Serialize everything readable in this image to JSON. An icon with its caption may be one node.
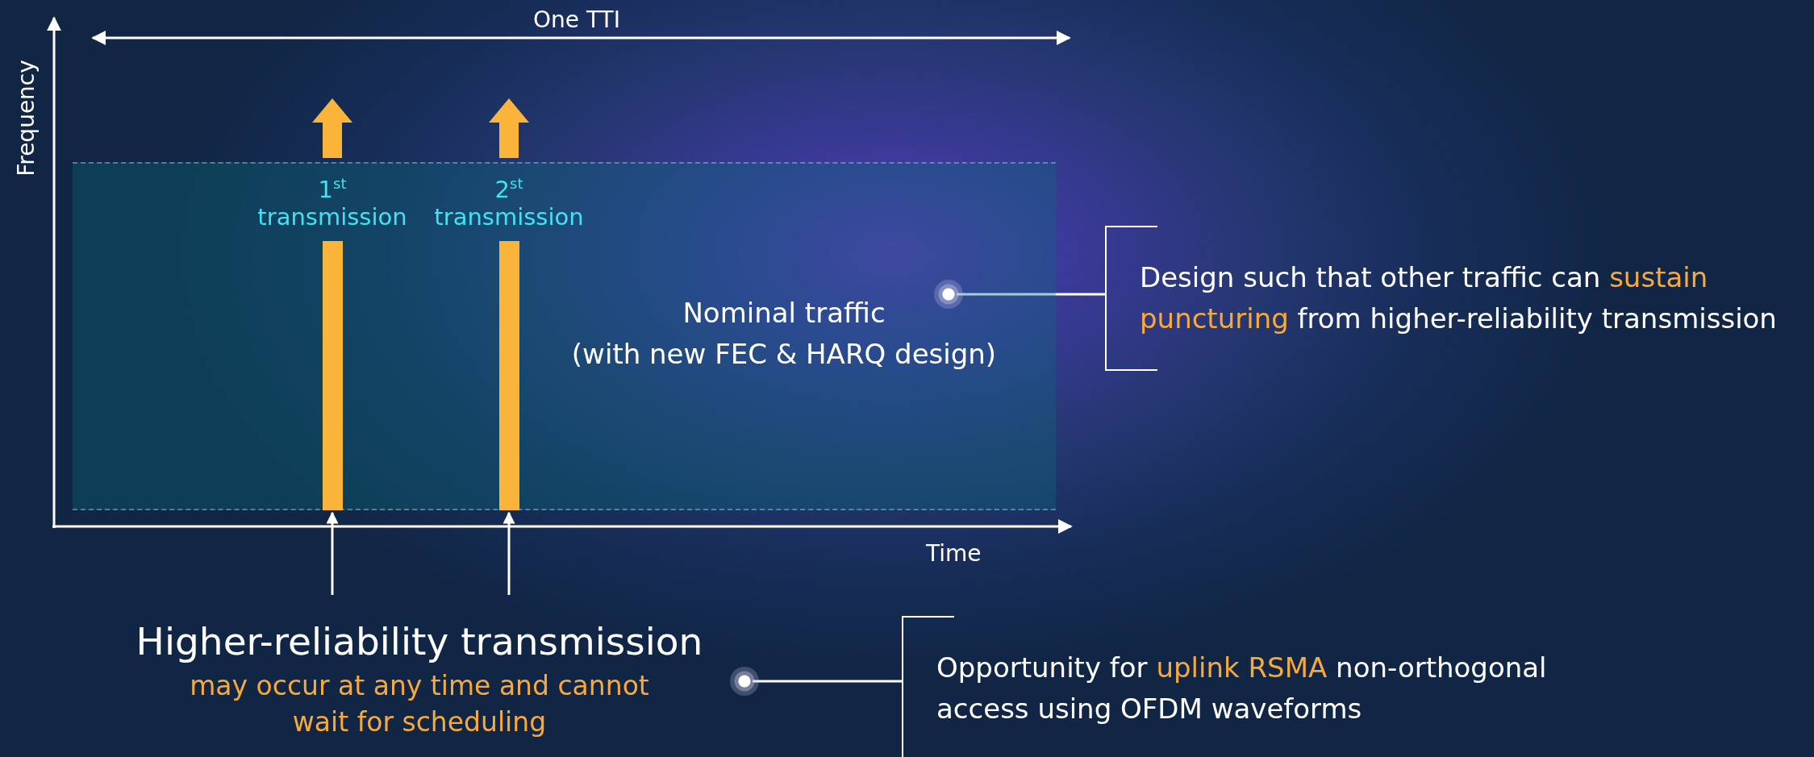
{
  "diagram": {
    "nodes": [
      {
        "text": [
          "Nominal traffic",
          "(with new FEC & HARQ design)"
        ]
      },
      {
        "text": [
          "1$^{st}$ transmission"
        ],
        "in": 0
      },
      {
        "text": [
          "2$^{st}$ transmission"
        ],
        "in": 0
      },
      {
        "text": [],
        "shape": "circle",
        "in": 0
      },
      {
        "text": [
          "Design such that other traffic can **sustain puncturing** from higher-reliability transmission"
        ]
      },
      {
        "text": [
          "Higher-reliability transmission",
          "may occur at any time and cannot wait for scheduling"
        ]
      },
      {
        "text": [],
        "shape": "circle"
      },
      {
        "text": [
          "Opportunity for **uplink RSMA** non-orthogonal access using OFDM waveforms"
        ]
      }
    ],
    "edges": [
      {
        "from": 3,
        "to": 4,
        "arrow": "none"
      },
      {
        "from": 5,
        "to": 1,
        "arrow": "to"
      },
      {
        "from": 5,
        "to": 2,
        "arrow": "to"
      },
      {
        "from": 6,
        "to": 7,
        "arrow": "none"
      }
    ],
    "labels": [
      "One TTI",
      "Frequency",
      "Time"
    ]
  }
}
